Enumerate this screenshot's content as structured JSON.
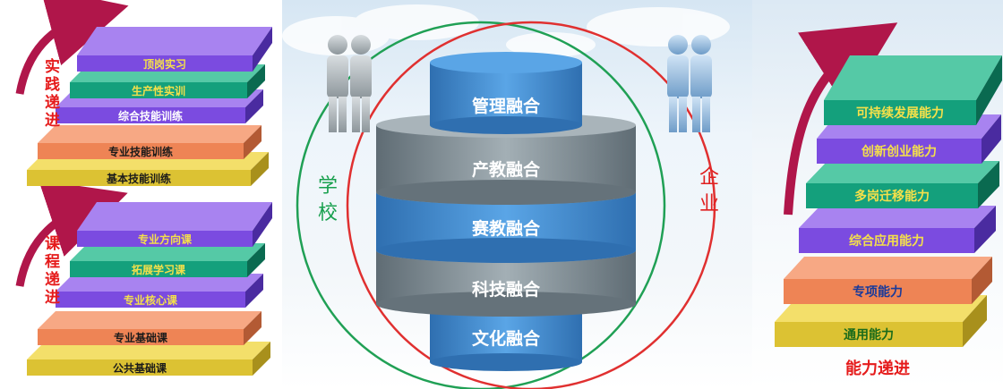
{
  "practice": {
    "title_chars": [
      "实",
      "践",
      "递",
      "进"
    ],
    "steps": [
      "顶岗实习",
      "生产性实训",
      "综合技能训练",
      "专业技能训练",
      "基本技能训练"
    ]
  },
  "course": {
    "title_chars": [
      "课",
      "程",
      "递",
      "进"
    ],
    "steps": [
      "专业方向课",
      "拓展学习课",
      "专业核心课",
      "专业基础课",
      "公共基础课"
    ]
  },
  "center": {
    "school_chars": [
      "学",
      "校"
    ],
    "enterprise_chars": [
      "企",
      "业"
    ],
    "layers": [
      "管理融合",
      "产教融合",
      "赛教融合",
      "科技融合",
      "文化融合"
    ]
  },
  "ability": {
    "steps": [
      "可持续发展能力",
      "创新创业能力",
      "多岗迁移能力",
      "综合应用能力",
      "专项能力",
      "通用能力"
    ],
    "caption": "能力递进"
  },
  "colors": {
    "purple": "#7b4be0",
    "teal": "#14a07c",
    "orange": "#ee8455",
    "gold": "#dcc233",
    "green_circle": "#20a055",
    "red_circle": "#e03030",
    "blue_layer": "#3f88cc",
    "gray_layer": "#7e8c94"
  }
}
